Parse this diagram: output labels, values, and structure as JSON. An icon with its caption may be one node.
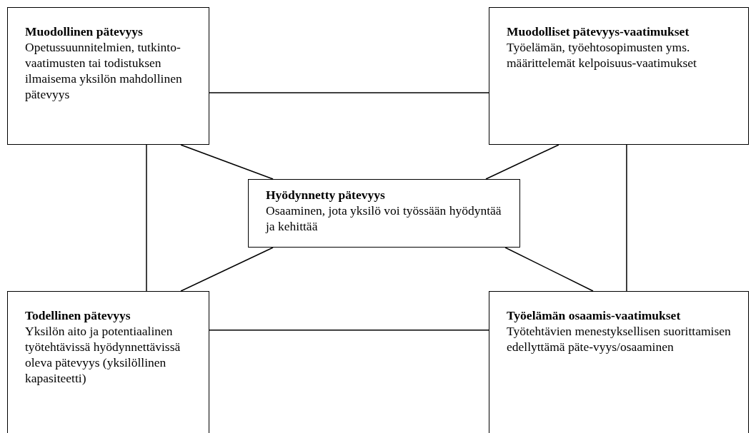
{
  "diagram": {
    "nodes": [
      {
        "text": [
          "Muodollinen pätevyys",
          "Opetussuunnitelmien, tutkinto-vaatimusten tai todistuksen ilmaisema yksilön mahdollinen pätevyys"
        ]
      },
      {
        "text": [
          "Muodolliset pätevyys-vaatimukset",
          "Työelämän, työehtosopimusten yms. määrittelemät kelpoisuus-vaatimukset"
        ]
      },
      {
        "text": [
          "Hyödynnetty pätevyys",
          "Osaaminen, jota yksilö voi työssään hyödyntää ja kehittää"
        ]
      },
      {
        "text": [
          "Todellinen pätevyys",
          "Yksilön aito ja potentiaalinen työtehtävissä hyödynnettävissä oleva pätevyys (yksilöllinen kapasiteetti)"
        ]
      },
      {
        "text": [
          "Työelämän osaamis-vaatimukset",
          "Työtehtävien menestyksellisen suorittamisen edellyttämä päte-vyys/osaaminen"
        ]
      }
    ],
    "edges": [
      {
        "from": 0,
        "to": 1,
        "arrow": "none"
      },
      {
        "from": 0,
        "to": 3,
        "arrow": "none"
      },
      {
        "from": 0,
        "to": 2,
        "arrow": "none"
      },
      {
        "from": 1,
        "to": 2,
        "arrow": "none"
      },
      {
        "from": 1,
        "to": 4,
        "arrow": "none"
      },
      {
        "from": 2,
        "to": 3,
        "arrow": "none"
      },
      {
        "from": 2,
        "to": 4,
        "arrow": "none"
      },
      {
        "from": 3,
        "to": 4,
        "arrow": "none"
      }
    ]
  }
}
